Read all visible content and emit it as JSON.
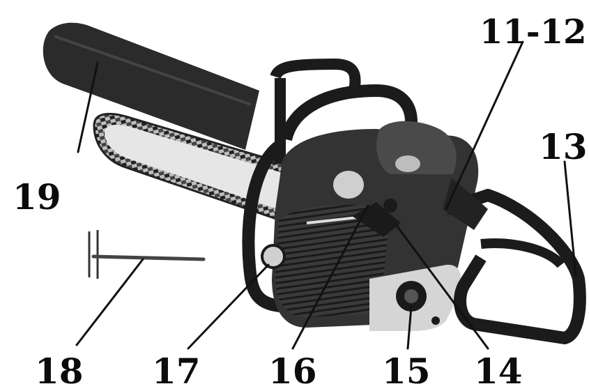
{
  "labels": {
    "l19": "19",
    "l18": "18",
    "l17": "17",
    "l16": "16",
    "l15": "15",
    "l14": "14",
    "l13": "13",
    "l11_12": "11-12"
  },
  "colors": {
    "ink": "#111111",
    "dark_body": "#2a2a2a",
    "mid_body": "#555555",
    "light_metal": "#d9d9d9",
    "background": "#ffffff"
  }
}
